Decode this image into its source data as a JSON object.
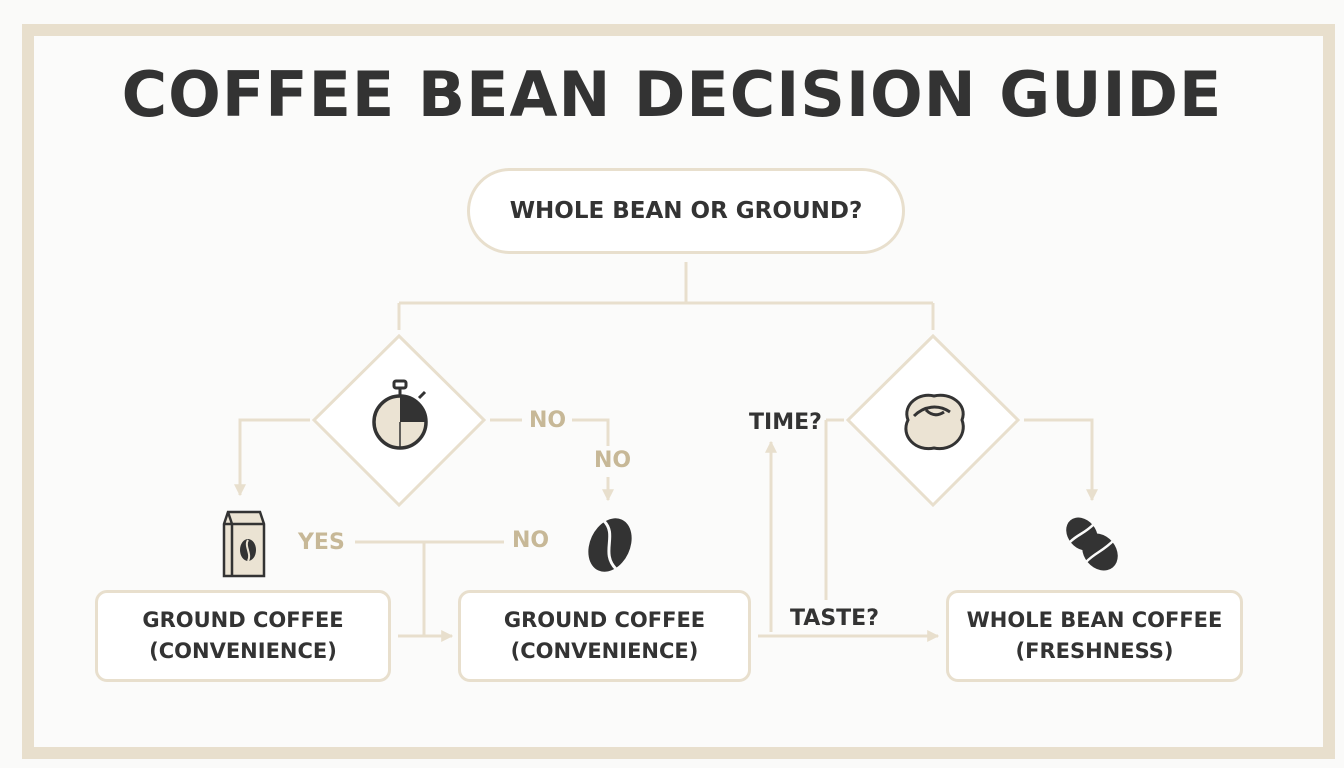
{
  "title": "COFFEE BEAN DECISION GUIDE",
  "question": "WHOLE BEAN OR GROUND?",
  "labels": {
    "no_top": "NO",
    "no_down": "NO",
    "yes": "YES",
    "no_mid": "NO",
    "time": "TIME?",
    "taste": "TASTE?"
  },
  "results": [
    {
      "line1": "GROUND COFFEE",
      "line2": "(CONVENIENCE)"
    },
    {
      "line1": "GROUND COFFEE",
      "line2": "(CONVENIENCE)"
    },
    {
      "line1": "WHOLE BEAN COFFEE",
      "line2": "(FRESHNESS)"
    }
  ],
  "icons": {
    "diamond_left": "stopwatch-icon",
    "diamond_right": "coffee-bean-icon",
    "bag": "coffee-bag-icon",
    "bean_single": "coffee-bean-icon",
    "beans_pair": "coffee-beans-icon"
  },
  "colors": {
    "accent": "#e8dfcd",
    "label_tan": "#c7b897",
    "text_dark": "#333333"
  }
}
